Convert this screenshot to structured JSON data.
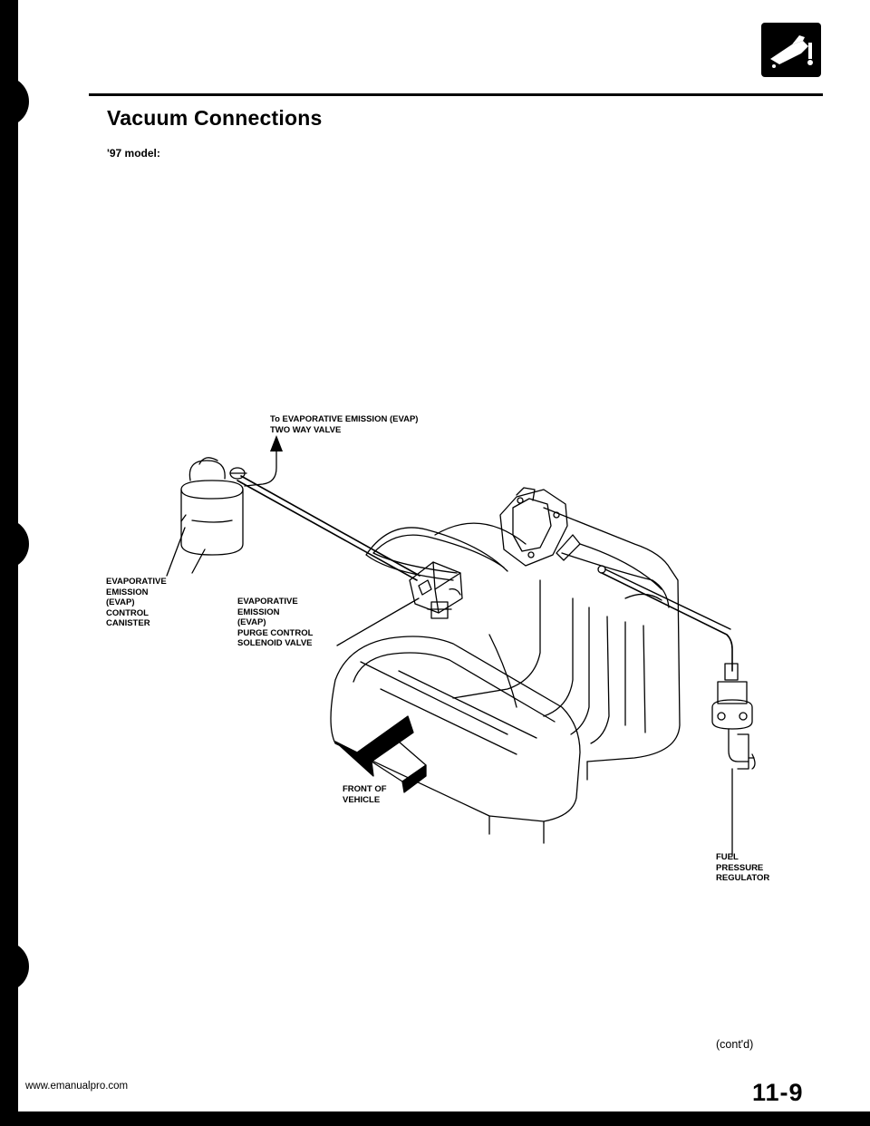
{
  "header": {
    "section_title": "Vacuum Connections",
    "subtitle": "'97 model:",
    "icon": "fuel-nozzle-icon"
  },
  "diagram": {
    "labels": {
      "two_way_valve": "To EVAPORATIVE EMISSION (EVAP)\nTWO WAY VALVE",
      "canister": "EVAPORATIVE\nEMISSION\n(EVAP)\nCONTROL\nCANISTER",
      "purge_valve": "EVAPORATIVE\nEMISSION\n(EVAP)\nPURGE CONTROL\nSOLENOID VALVE",
      "front_of_vehicle": "FRONT OF\nVEHICLE",
      "fuel_regulator": "FUEL\nPRESSURE\nREGULATOR"
    }
  },
  "footer": {
    "contd": "(cont'd)",
    "page_number": "11-9",
    "url": "www.emanualpro.com"
  }
}
